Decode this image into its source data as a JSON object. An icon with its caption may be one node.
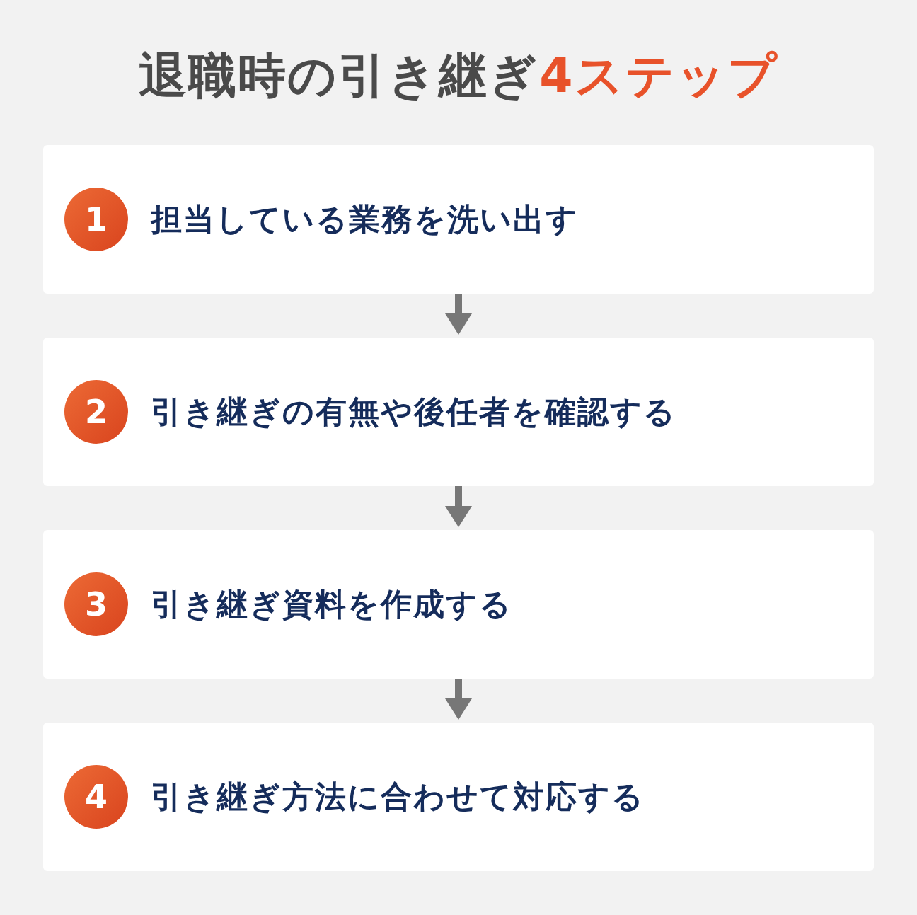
{
  "diagram": {
    "title": "退職時の引き継ぎ**4ステップ**",
    "nodes": [
      {
        "text": [
          "担当している業務を洗い出す"
        ]
      },
      {
        "text": [
          "1"
        ],
        "in": 0
      },
      {
        "text": [
          "引き継ぎの有無や後任者を確認する"
        ]
      },
      {
        "text": [
          "2"
        ],
        "in": 2
      },
      {
        "text": [
          "引き継ぎ資料を作成する"
        ]
      },
      {
        "text": [
          "3"
        ],
        "in": 4
      },
      {
        "text": [
          "引き継ぎ方法に合わせて対応する"
        ]
      },
      {
        "text": [
          "4"
        ],
        "in": 6
      }
    ],
    "edges": [
      {
        "from": 0,
        "to": 2,
        "arrow": "to"
      },
      {
        "from": 2,
        "to": 4,
        "arrow": "to"
      },
      {
        "from": 4,
        "to": 6,
        "arrow": "to"
      }
    ]
  }
}
